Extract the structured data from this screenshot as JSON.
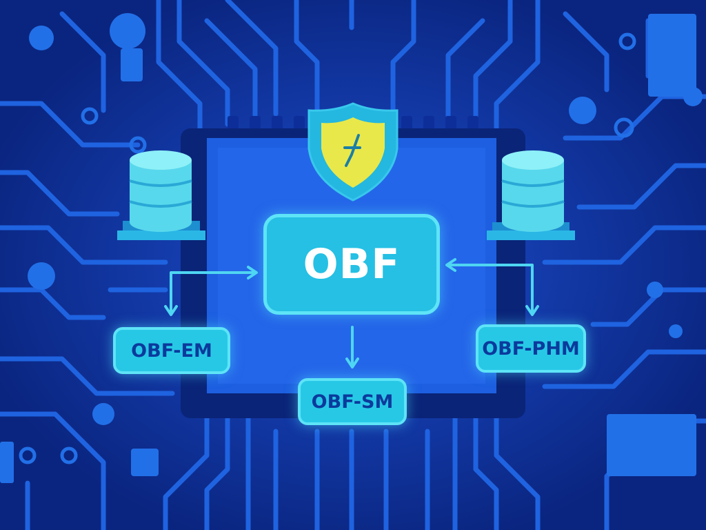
{
  "diagram": {
    "main_label": "OBF",
    "nodes": [
      {
        "id": "em",
        "label": "OBF-EM"
      },
      {
        "id": "sm",
        "label": "OBF-SM"
      },
      {
        "id": "phm",
        "label": "OBF-PHM"
      }
    ],
    "edges": [
      {
        "from": "em",
        "to": "main",
        "direction": "bidirectional"
      },
      {
        "from": "main",
        "to": "sm",
        "direction": "forward"
      },
      {
        "from": "phm",
        "to": "main",
        "direction": "bidirectional"
      }
    ]
  },
  "icons": [
    "shield-icon",
    "database-icon",
    "circuit-board-icon",
    "chip-icon"
  ],
  "colors": {
    "background": "#0b2a8c",
    "trace": "#1f63e0",
    "chip": "#1d5fe0",
    "node_fill": "#27c8e6",
    "node_border": "#5ee4f7",
    "node_text": "#0b3a9c",
    "main_text": "#ffffff",
    "shield_fill": "#e8e84a"
  }
}
